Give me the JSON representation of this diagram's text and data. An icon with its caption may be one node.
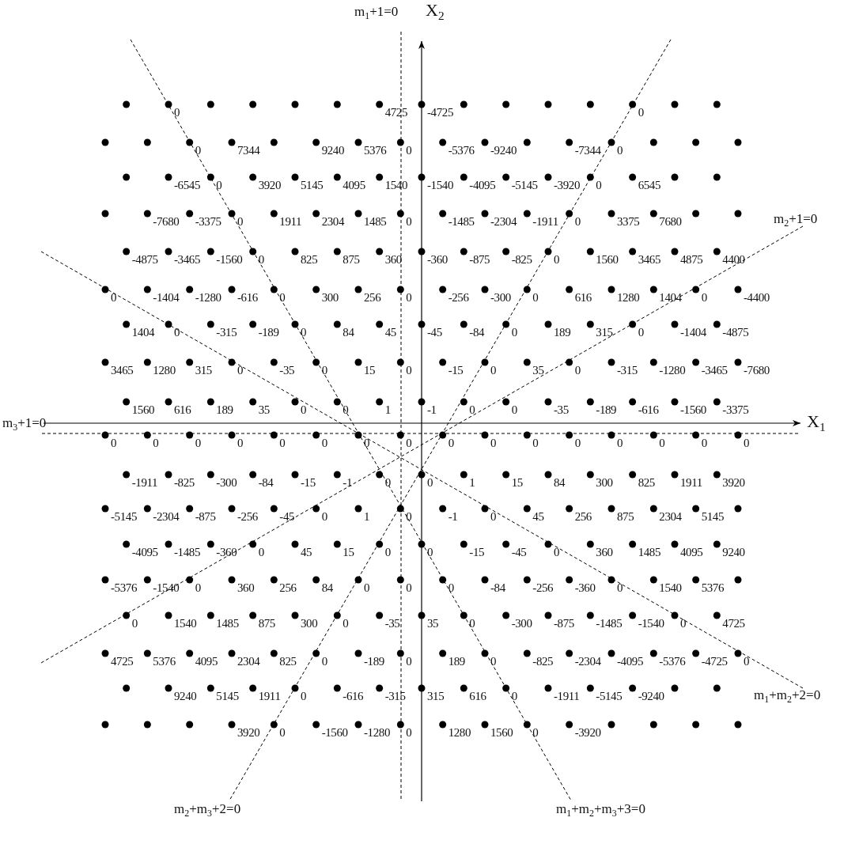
{
  "diagram": {
    "labels": [
      "m$_{1}$+1=0",
      "X$_{2}$",
      "0",
      "4725",
      "-4725",
      "0",
      "0",
      "7344",
      "9240",
      "5376",
      "0",
      "-5376",
      "-9240",
      "-7344",
      "0",
      "-6545",
      "0",
      "3920",
      "5145",
      "4095",
      "1540",
      "-1540",
      "-4095",
      "-5145",
      "-3920",
      "0",
      "6545",
      "-7680",
      "-3375",
      "0",
      "1911",
      "2304",
      "1485",
      "0",
      "-1485",
      "-2304",
      "-1911",
      "0",
      "3375",
      "7680",
      "m$_{2}$+1=0",
      "-4875",
      "-3465",
      "-1560",
      "0",
      "825",
      "875",
      "360",
      "-360",
      "-875",
      "-825",
      "0",
      "1560",
      "3465",
      "4875",
      "4400",
      "0",
      "-1404",
      "-1280",
      "-616",
      "0",
      "300",
      "256",
      "0",
      "-256",
      "-300",
      "0",
      "616",
      "1280",
      "1404",
      "0",
      "-4400",
      "1404",
      "0",
      "-315",
      "-189",
      "0",
      "84",
      "45",
      "-45",
      "-84",
      "0",
      "189",
      "315",
      "0",
      "-1404",
      "-4875",
      "3465",
      "1280",
      "315",
      "0",
      "-35",
      "0",
      "15",
      "0",
      "-15",
      "0",
      "35",
      "0",
      "-315",
      "-1280",
      "-3465",
      "-7680",
      "1560",
      "616",
      "189",
      "35",
      "0",
      "0",
      "1",
      "-1",
      "0",
      "0",
      "-35",
      "-189",
      "-616",
      "-1560",
      "-3375",
      "m$_{3}$+1=0",
      "X$_{1}$",
      "0",
      "0",
      "0",
      "0",
      "0",
      "0",
      "0",
      "0",
      "0",
      "0",
      "0",
      "0",
      "0",
      "0",
      "0",
      "0",
      "-1911",
      "-825",
      "-300",
      "-84",
      "-15",
      "-1",
      "0",
      "0",
      "1",
      "15",
      "84",
      "300",
      "825",
      "1911",
      "3920",
      "-5145",
      "-2304",
      "-875",
      "-256",
      "-45",
      "0",
      "1",
      "0",
      "-1",
      "0",
      "45",
      "256",
      "875",
      "2304",
      "5145",
      "-4095",
      "-1485",
      "-360",
      "0",
      "45",
      "15",
      "0",
      "0",
      "-15",
      "-45",
      "0",
      "360",
      "1485",
      "4095",
      "9240",
      "-5376",
      "-1540",
      "0",
      "360",
      "256",
      "84",
      "0",
      "0",
      "0",
      "-84",
      "-256",
      "-360",
      "0",
      "1540",
      "5376",
      "0",
      "1540",
      "1485",
      "875",
      "300",
      "0",
      "-35",
      "35",
      "0",
      "-300",
      "-875",
      "-1485",
      "-1540",
      "0",
      "4725",
      "4725",
      "5376",
      "4095",
      "2304",
      "825",
      "0",
      "-189",
      "0",
      "189",
      "0",
      "-825",
      "-2304",
      "-4095",
      "-5376",
      "-4725",
      "0",
      "9240",
      "5145",
      "1911",
      "0",
      "-616",
      "-315",
      "315",
      "616",
      "0",
      "-1911",
      "-5145",
      "-9240",
      "m$_{1}$+m$_{2}$+2=0",
      "3920",
      "0",
      "-1560",
      "-1280",
      "0",
      "1280",
      "1560",
      "0",
      "-3920",
      "m$_{2}$+m$_{3}$+2=0",
      "m$_{1}$+m$_{2}$+m$_{3}$+3=0"
    ]
  }
}
